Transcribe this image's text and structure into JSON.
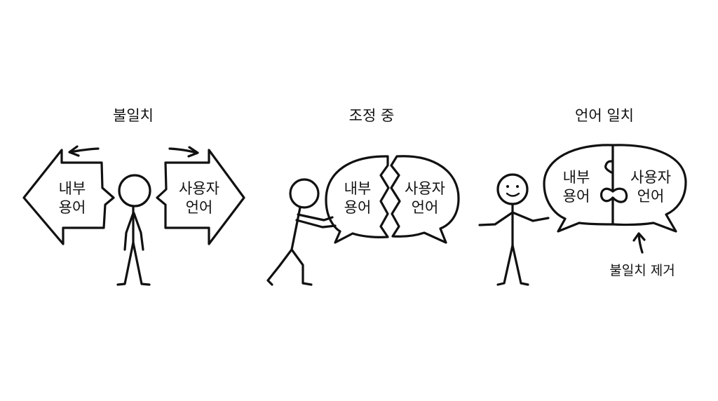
{
  "panels": [
    {
      "title": "불일치",
      "left_box": [
        "내부",
        "용어"
      ],
      "right_box": [
        "사용자",
        "언어"
      ]
    },
    {
      "title": "조정 중",
      "left_box": [
        "내부",
        "용어"
      ],
      "right_box": [
        "사용자",
        "언어"
      ]
    },
    {
      "title": "언어 일치",
      "left_box": [
        "내부",
        "용어"
      ],
      "right_box": [
        "사용자",
        "언어"
      ],
      "annotation": "불일치 제거"
    }
  ],
  "ink_color": "#111111",
  "background": "#ffffff"
}
